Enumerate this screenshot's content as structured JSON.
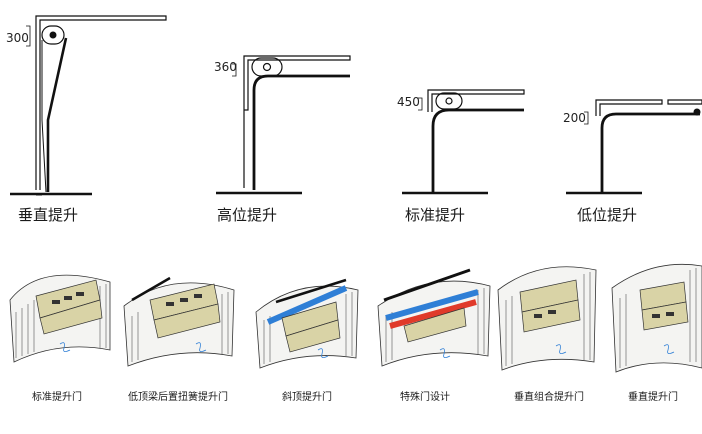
{
  "top_row": [
    {
      "dimension": "300",
      "caption": "垂直提升"
    },
    {
      "dimension": "360",
      "caption": "高位提升"
    },
    {
      "dimension": "450",
      "caption": "标准提升"
    },
    {
      "dimension": "200",
      "caption": "低位提升"
    }
  ],
  "bottom_row": [
    {
      "caption": "标准提升门"
    },
    {
      "caption": "低顶梁后置扭簧提升门"
    },
    {
      "caption": "斜顶提升门"
    },
    {
      "caption": "特殊门设计"
    },
    {
      "caption": "垂直组合提升门"
    },
    {
      "caption": "垂直提升门"
    }
  ],
  "colors": {
    "line": "#111111",
    "door_panel": "#d9d3a6",
    "blue_pipe": "#2f7fd6",
    "red_pipe": "#e03a2a"
  }
}
